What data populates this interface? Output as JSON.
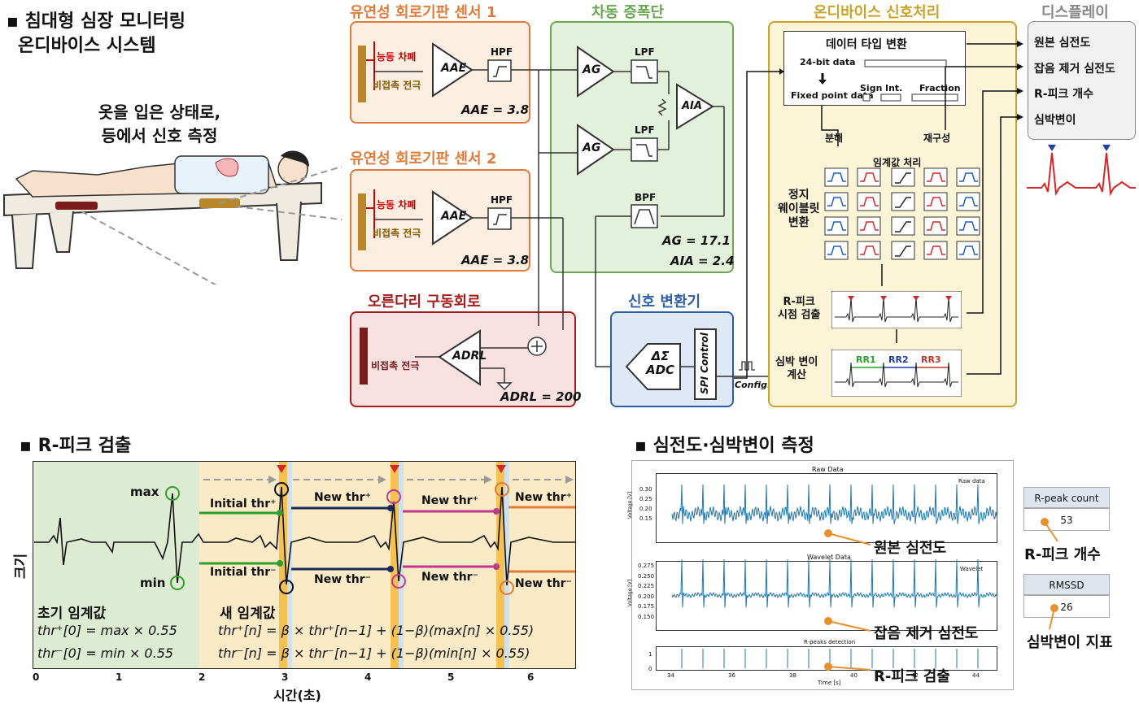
{
  "top": {
    "title_line1": "▪ 침대형 심장 모니터링",
    "title_line2": "온디바이스 시스템",
    "patient_note_line1": "옷을 입은 상태로,",
    "patient_note_line2": "등에서 신호 측정"
  },
  "sensor1": {
    "title": "유연성 회로기판 센서 1",
    "active_shield": "능동 차폐",
    "electrode": "비접촉 전극",
    "amp": "AAE",
    "hpf": "HPF",
    "gain": "AAE = 3.8"
  },
  "sensor2": {
    "title": "유연성 회로기판 센서 2",
    "active_shield": "능동 차폐",
    "electrode": "비접촉 전극",
    "amp": "AAE",
    "hpf": "HPF",
    "gain": "AAE = 3.8"
  },
  "diff": {
    "title": "차동 증폭단",
    "amp1": "AG",
    "amp2": "AG",
    "lpf1": "LPF",
    "lpf2": "LPF",
    "bpf": "BPF",
    "ia": "AIA",
    "gain_g": "AG = 17.1",
    "gain_ia": "AIA = 2.4"
  },
  "drl": {
    "title": "오른다리 구동회로",
    "electrode": "비접촉 전극",
    "amp": "ADRL",
    "gain": "ADRL = 200"
  },
  "converter": {
    "title": "신호 변환기",
    "adc_line1": "ΔΣ",
    "adc_line2": "ADC",
    "spi": "SPI Control",
    "config": "Config."
  },
  "ondevice": {
    "title": "온디바이스 신호처리",
    "dtype_title": "데이터 타입 변환",
    "bit24": "24-bit data",
    "fixed": "Fixed point data",
    "sign": "Sign",
    "int": "Int.",
    "fraction": "Fraction",
    "decompose": "분해",
    "threshold": "임계값 처리",
    "reconstruct": "재구성",
    "swt_line1": "정지",
    "swt_line2": "웨이블릿",
    "swt_line3": "변환",
    "rpeak_line1": "R-피크",
    "rpeak_line2": "시점 검출",
    "hrv_line1": "심박 변이",
    "hrv_line2": "계산",
    "rr1": "RR1",
    "rr2": "RR2",
    "rr3": "RR3"
  },
  "display": {
    "title": "디스플레이",
    "items": [
      "원본 심전도",
      "잡음 제거 심전도",
      "R-피크 개수",
      "심박변이"
    ]
  },
  "rpeak_section": {
    "title": "▪ R-피크 검출",
    "ylabel": "크기",
    "xlabel": "시간(초)",
    "max": "max",
    "min": "min",
    "init_pos": "Initial thr⁺",
    "init_neg": "Initial thr⁻",
    "new_pos": "New thr⁺",
    "new_neg": "New thr⁻",
    "init_title": "초기 임계값",
    "init_eq1": "thr⁺[0] = max × 0.55",
    "init_eq2": "thr⁻[0] = min  × 0.55",
    "new_title": "새 임계값",
    "new_eq1": "thr⁺[n] = β × thr⁺[n−1] + (1−β)(max[n] × 0.55)",
    "new_eq2": "thr⁻[n] = β × thr⁻[n−1] + (1−β)(min[n] × 0.55)",
    "xticks": [
      "0",
      "1",
      "2",
      "3",
      "4",
      "5",
      "6"
    ]
  },
  "measure": {
    "title": "▪ 심전도·심박변이 측정",
    "raw_title": "Raw Data",
    "raw_legend": "Raw data",
    "raw_ylabel": "Voltage [V]",
    "raw_yticks": [
      "0.30",
      "0.25",
      "0.20",
      "0.15"
    ],
    "wav_title": "Wavelet Data",
    "wav_legend": "Wavelet",
    "wav_ylabel": "Voltage [V]",
    "wav_yticks": [
      "0.275",
      "0.250",
      "0.225",
      "0.200",
      "0.175",
      "0.150"
    ],
    "rp_title": "R-peaks detection",
    "rp_yticks": [
      "1",
      "0"
    ],
    "rp_xticks": [
      "34",
      "36",
      "38",
      "40",
      "42",
      "44"
    ],
    "rp_xlabel": "Time [s]",
    "callout_raw": "원본 심전도",
    "callout_wav": "잡음 제거 심전도",
    "callout_rp": "R-피크 검출",
    "count_label": "R-peak count",
    "count_value": "53",
    "count_callout": "R-피크 개수",
    "rmssd_label": "RMSSD",
    "rmssd_value": "26",
    "rmssd_callout": "심박변이 지표"
  },
  "colors": {
    "orange": "#e07b39",
    "green": "#6aa84f",
    "red": "#a61c1c",
    "blue": "#2b5ea7",
    "yellow": "#c9a227",
    "gray": "#888888",
    "ecg_blue": "#1f77b4"
  }
}
